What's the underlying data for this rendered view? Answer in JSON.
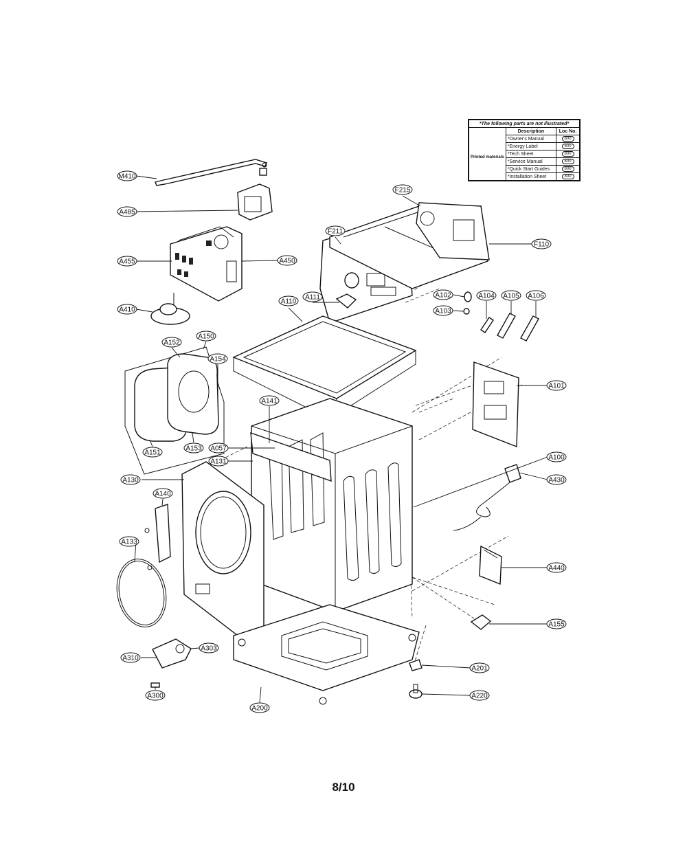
{
  "page_number": "8/10",
  "notes_table": {
    "title": "*The following parts are not illustrated*",
    "header_description": "Description",
    "header_loc": "Loc No.",
    "category": "Printed materials",
    "rows": [
      {
        "description": "*Owner's Manual",
        "loc": "800"
      },
      {
        "description": "*Energy Label",
        "loc": "800"
      },
      {
        "description": "*Tech Sheet",
        "loc": "800"
      },
      {
        "description": "*Service Manual",
        "loc": "800"
      },
      {
        "description": "*Quick Start Guides",
        "loc": "800"
      },
      {
        "description": "*Installation Sheet",
        "loc": "800"
      }
    ]
  },
  "callouts": [
    {
      "id": "M410",
      "text": "M410"
    },
    {
      "id": "A485",
      "text": "A485"
    },
    {
      "id": "A455",
      "text": "A455"
    },
    {
      "id": "A450",
      "text": "A450"
    },
    {
      "id": "A410",
      "text": "A410"
    },
    {
      "id": "F215",
      "text": "F215"
    },
    {
      "id": "F211",
      "text": "F211"
    },
    {
      "id": "F110",
      "text": "F110"
    },
    {
      "id": "A110",
      "text": "A110"
    },
    {
      "id": "A111",
      "text": "A111"
    },
    {
      "id": "A102",
      "text": "A102"
    },
    {
      "id": "A103",
      "text": "A103"
    },
    {
      "id": "A104",
      "text": "A104"
    },
    {
      "id": "A105",
      "text": "A105"
    },
    {
      "id": "A106",
      "text": "A106"
    },
    {
      "id": "A152",
      "text": "A152"
    },
    {
      "id": "A150",
      "text": "A150"
    },
    {
      "id": "A154",
      "text": "A154"
    },
    {
      "id": "A151",
      "text": "A151"
    },
    {
      "id": "A153",
      "text": "A153"
    },
    {
      "id": "A141",
      "text": "A141"
    },
    {
      "id": "A101",
      "text": "A101"
    },
    {
      "id": "A057",
      "text": "A057"
    },
    {
      "id": "A131",
      "text": "A131"
    },
    {
      "id": "A100",
      "text": "A100"
    },
    {
      "id": "A130",
      "text": "A130"
    },
    {
      "id": "A430",
      "text": "A430"
    },
    {
      "id": "A140",
      "text": "A140"
    },
    {
      "id": "A133",
      "text": "A133"
    },
    {
      "id": "A440",
      "text": "A440"
    },
    {
      "id": "A155",
      "text": "A155"
    },
    {
      "id": "A310",
      "text": "A310"
    },
    {
      "id": "A303",
      "text": "A303"
    },
    {
      "id": "A201",
      "text": "A201"
    },
    {
      "id": "A300",
      "text": "A300"
    },
    {
      "id": "A200",
      "text": "A200"
    },
    {
      "id": "A220",
      "text": "A220"
    }
  ]
}
